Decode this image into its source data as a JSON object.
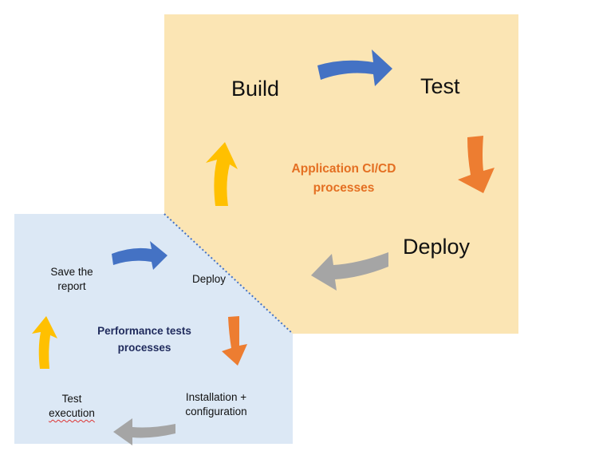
{
  "cicd": {
    "title": "Application CI/CD processes",
    "title_line1": "Application CI/CD",
    "title_line2": "processes",
    "steps": {
      "build": "Build",
      "test": "Test",
      "deploy": "Deploy"
    }
  },
  "perf": {
    "title_line1": "Performance tests",
    "title_line2": "processes",
    "steps": {
      "save_line1": "Save the",
      "save_line2": "report",
      "deploy": "Deploy",
      "install_line1": "Installation +",
      "install_line2": "configuration",
      "exec_line1": "Test",
      "exec_line2": "execution"
    }
  },
  "colors": {
    "cicd_bg": "#FBE5B4",
    "perf_bg": "#DCE8F5",
    "arrow_blue": "#4472C4",
    "arrow_orange": "#ED7D31",
    "arrow_gray": "#A5A5A5",
    "arrow_yellow": "#FFC000",
    "cicd_title": "#E46F22",
    "perf_title": "#1F2A5C",
    "divider": "#4472C4"
  }
}
